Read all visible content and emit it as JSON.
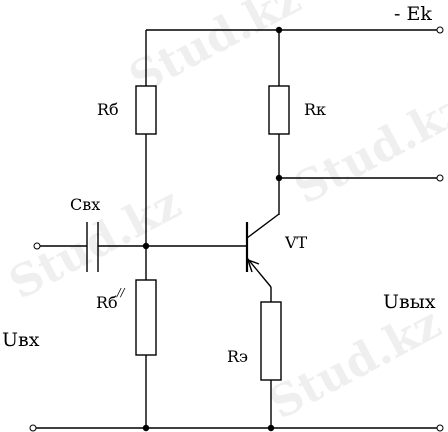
{
  "watermark": {
    "text": "Stud.kz"
  },
  "labels": {
    "supply": "- Ek",
    "r_b1": "Rб",
    "r_k": "Rк",
    "c_in": "Cвх",
    "transistor": "VT",
    "r_b2": "Rб",
    "r_b2_mark": "//",
    "r_e": "Rэ",
    "u_in": "Uвх",
    "u_out": "Uвых"
  }
}
